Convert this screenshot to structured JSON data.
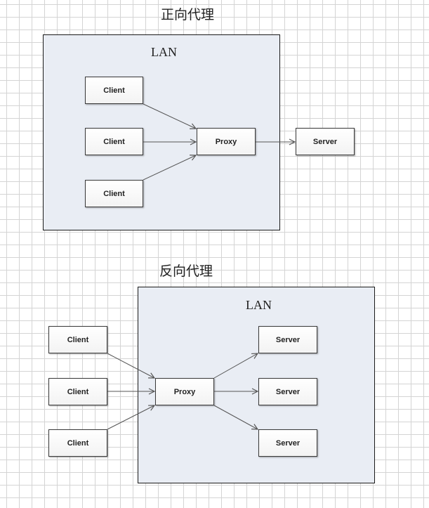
{
  "forward": {
    "title": "正向代理",
    "lan_label": "LAN",
    "clients": [
      "Client",
      "Client",
      "Client"
    ],
    "proxy": "Proxy",
    "server": "Server"
  },
  "reverse": {
    "title": "反向代理",
    "lan_label": "LAN",
    "clients": [
      "Client",
      "Client",
      "Client"
    ],
    "proxy": "Proxy",
    "servers": [
      "Server",
      "Server",
      "Server"
    ]
  },
  "colors": {
    "lan_fill": "#e9edf4",
    "border": "#1a1a1a",
    "arrow": "#555555",
    "grid": "#d4d4d4"
  }
}
